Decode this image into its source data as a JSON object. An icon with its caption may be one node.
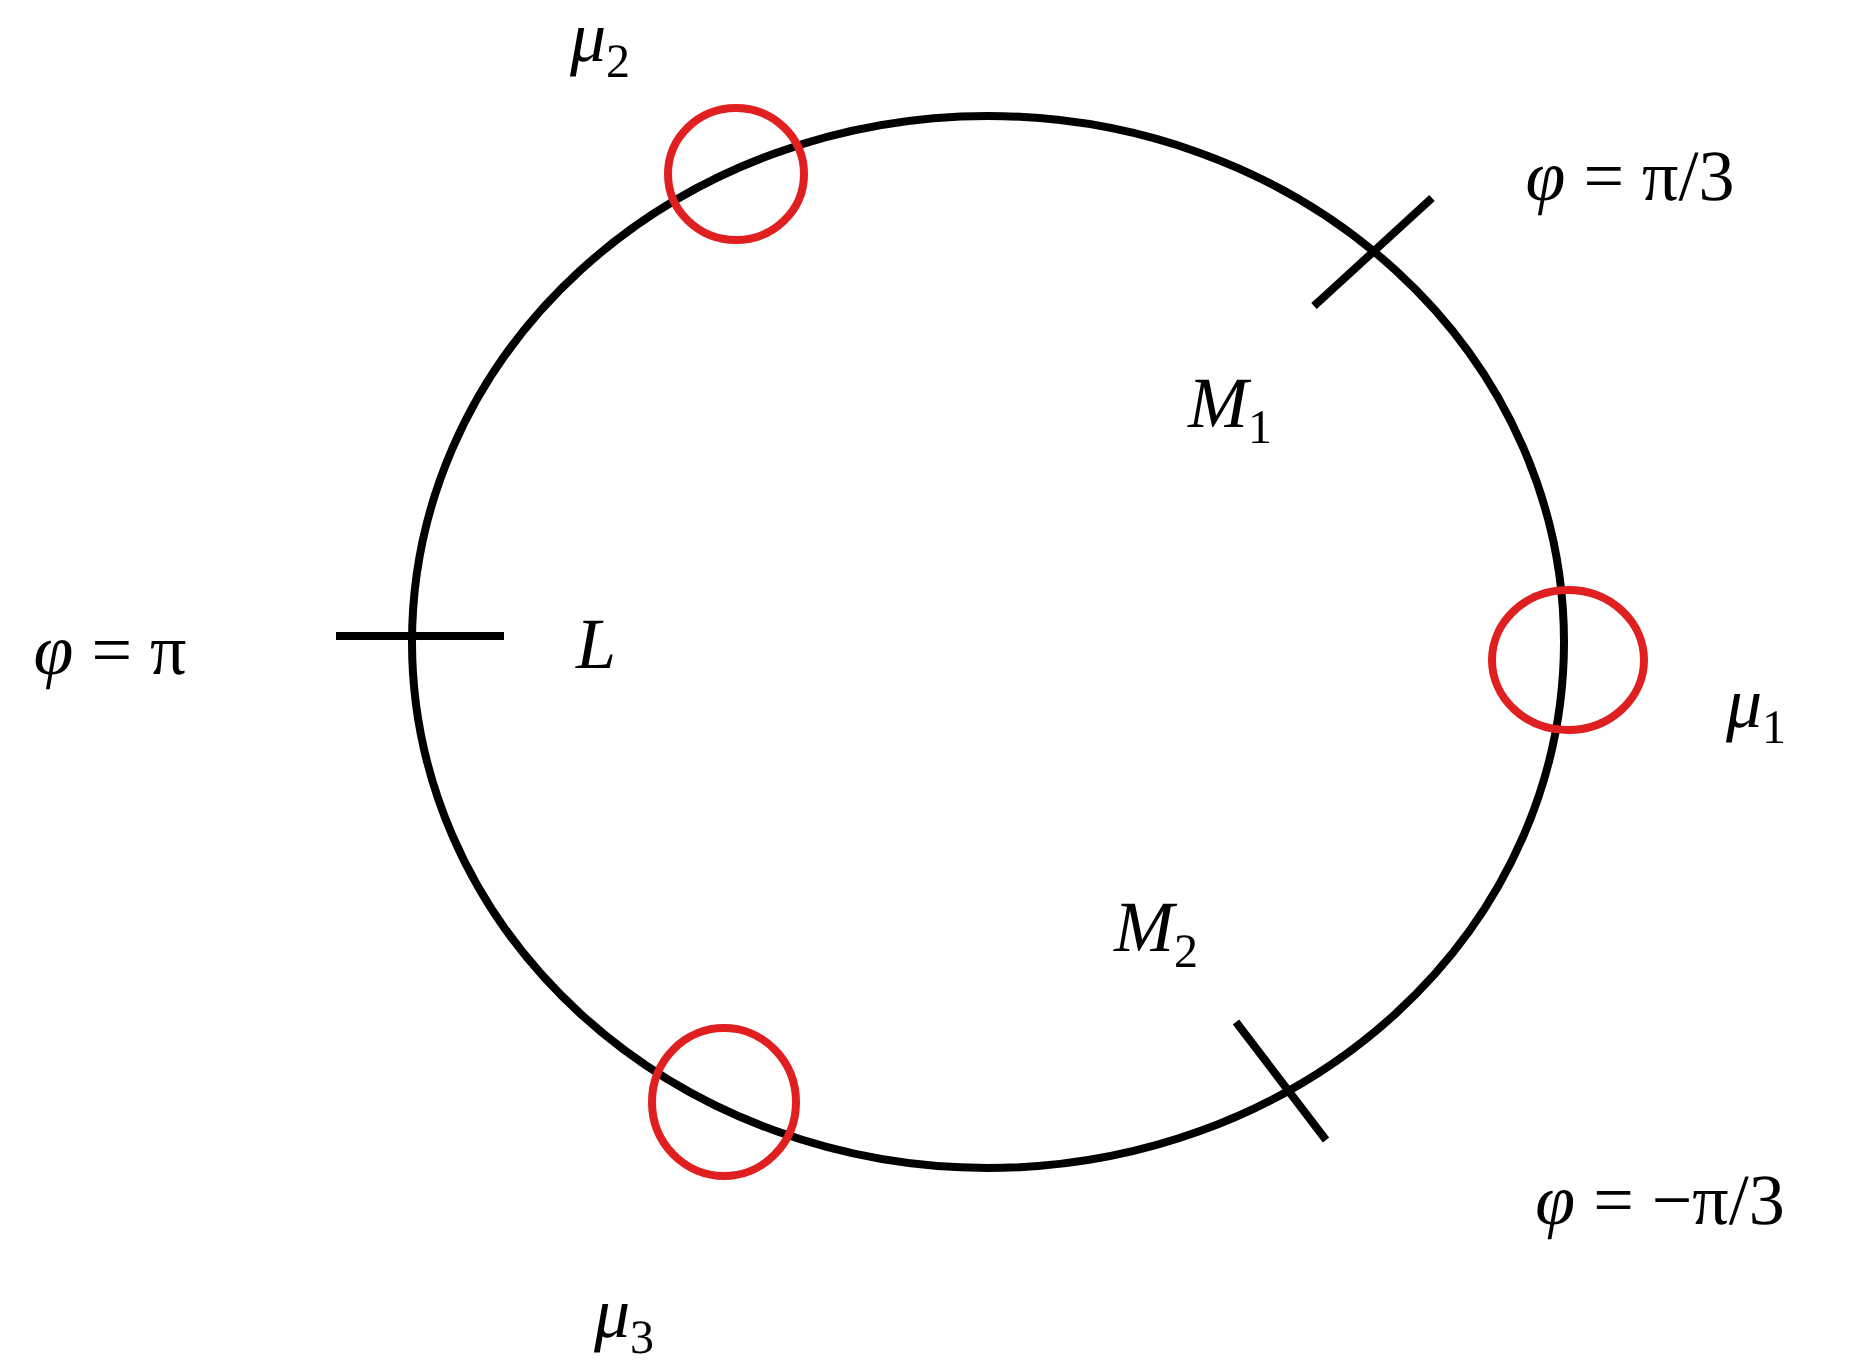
{
  "diagram": {
    "labels": [
      "*μ*$_{2}$",
      "*φ* = π/3",
      "*M*$_{1}$",
      "*φ* = π",
      "L",
      "*μ*$_{1}$",
      "*M*$_{2}$",
      "*μ*$_{3}$",
      "*φ* = −π/3"
    ]
  }
}
